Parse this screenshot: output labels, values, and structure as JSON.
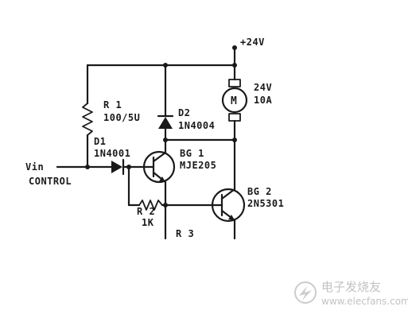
{
  "labels": {
    "supply": "+24V",
    "r1_name": "R 1",
    "r1_value": "100/5U",
    "d2_name": "D2",
    "d2_part": "1N4004",
    "motor_symbol": "M",
    "motor_voltage": "24V",
    "motor_current": "10A",
    "d1_name": "D1",
    "d1_part": "1N4001",
    "bg1_name": "BG 1",
    "bg1_part": "MJE205",
    "input_name": "Vin",
    "input_desc": "CONTROL",
    "r2_name": "R 2",
    "r2_value": "1K",
    "r3_name": "R 3",
    "bg2_name": "BG 2",
    "bg2_part": "2N5301"
  },
  "watermark": {
    "brand": "电子发烧友",
    "url": "www.elecfans.com"
  }
}
